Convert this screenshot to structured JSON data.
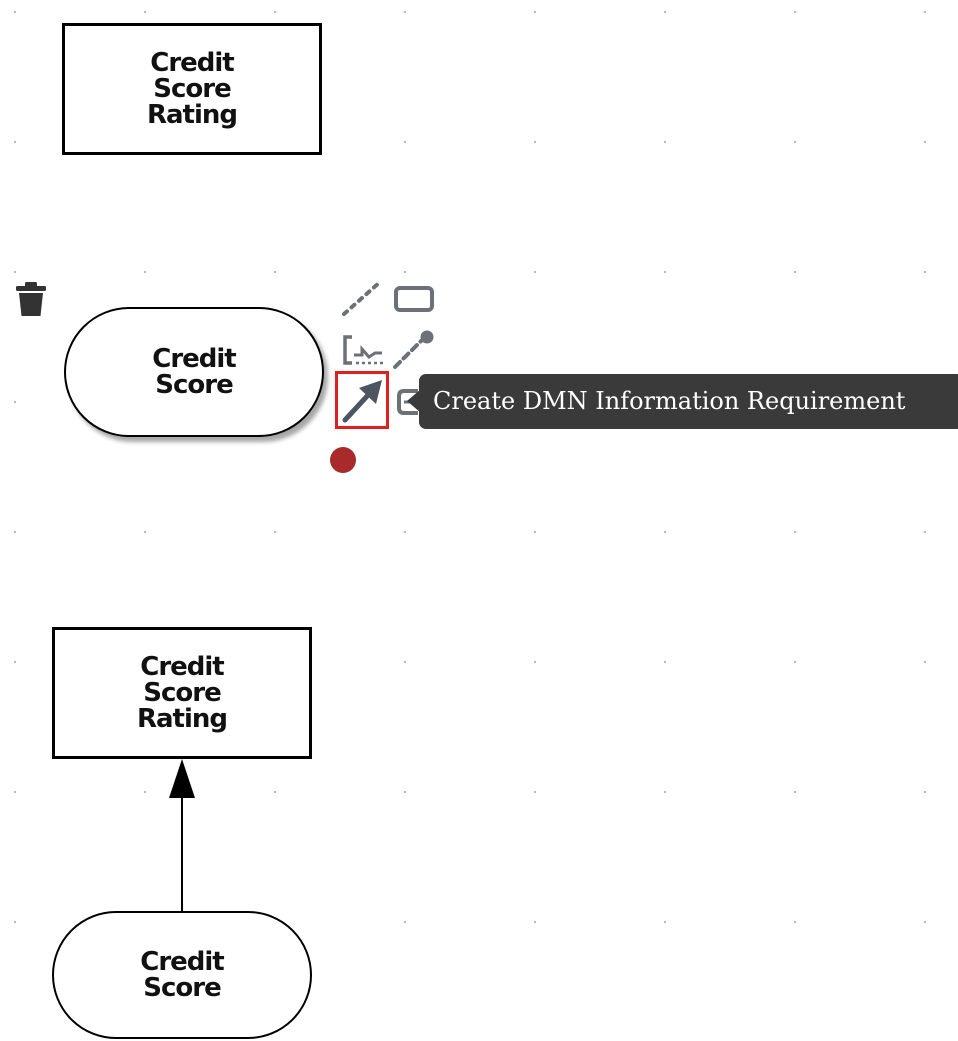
{
  "diagram": {
    "top_decision": {
      "label": "Credit\nScore\nRating"
    },
    "selected_input": {
      "label": "Credit\nScore"
    },
    "bottom_decision": {
      "label": "Credit\nScore\nRating"
    },
    "bottom_input": {
      "label": "Credit\nScore"
    }
  },
  "toolbox": {
    "tooltip": "Create DMN Information Requirement",
    "icons": [
      "delete-icon",
      "association-connector-icon",
      "text-annotation-icon",
      "knowledge-requirement-icon",
      "authority-requirement-icon",
      "information-requirement-icon",
      "decision-node-icon",
      "input-data-stub-icon"
    ]
  },
  "colors": {
    "tool_icon": "#6b7177",
    "highlight": "#e02020",
    "tooltip_bg": "#3a3a3a",
    "status_dot": "#a82a2a"
  }
}
